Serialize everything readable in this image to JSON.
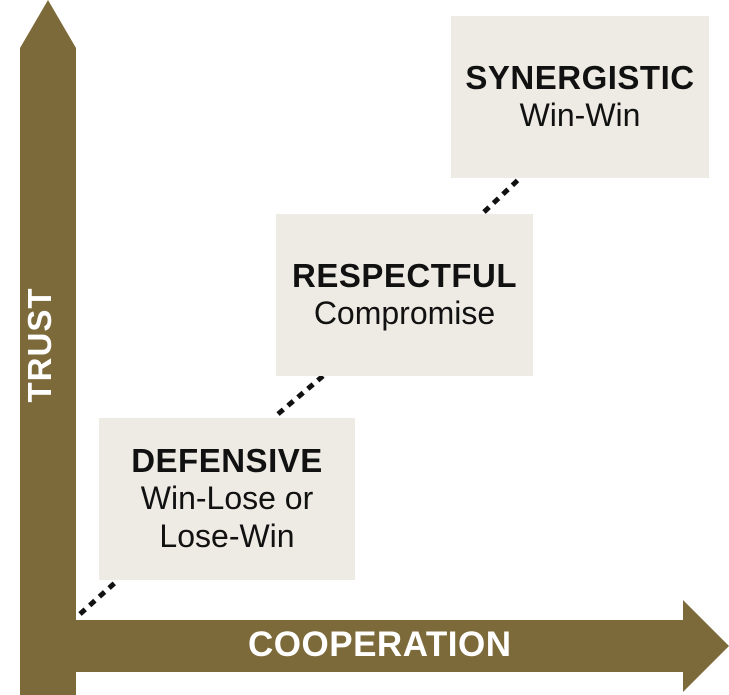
{
  "colors": {
    "axis": "#7d6a3a",
    "box_fill": "#edebe3",
    "text": "#111111",
    "axis_text": "#ffffff",
    "dots": "#111111"
  },
  "axes": {
    "x_label": "COOPERATION",
    "y_label": "TRUST"
  },
  "levels": [
    {
      "title": "DEFENSIVE",
      "subtitle_lines": [
        "Win-Lose or",
        "Lose-Win"
      ]
    },
    {
      "title": "RESPECTFUL",
      "subtitle_lines": [
        "Compromise"
      ]
    },
    {
      "title": "SYNERGISTIC",
      "subtitle_lines": [
        "Win-Win"
      ]
    }
  ]
}
